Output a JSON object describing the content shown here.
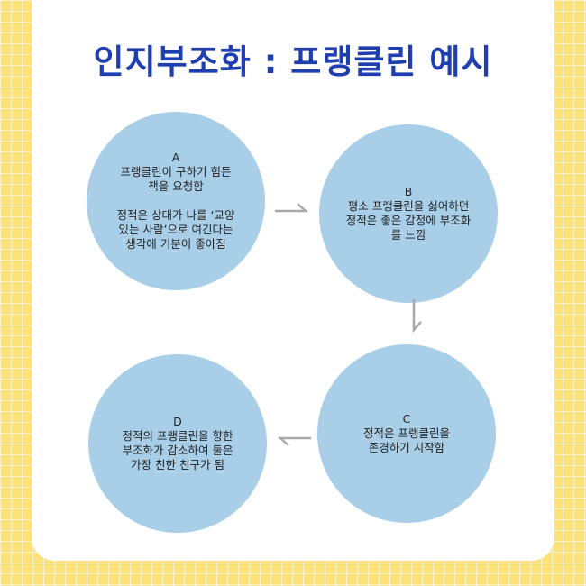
{
  "title": "인지부조화 : 프랭클린 예시",
  "steps": [
    {
      "letter": "A",
      "lines": [
        "프랭클린이 구하기 힘든",
        "책을 요청함",
        "",
        "정적은 상대가 나를 ‘교양",
        "있는 사람’으로 여긴다는",
        "생각에 기분이 좋아짐"
      ]
    },
    {
      "letter": "B",
      "lines": [
        "평소 프랭클린을 싫어하던",
        "정적은 좋은 감정에 부조화",
        "를 느낌"
      ]
    },
    {
      "letter": "C",
      "lines": [
        "정적은 프랭클린을",
        "존경하기 시작함"
      ]
    },
    {
      "letter": "D",
      "lines": [
        "정적의 프랭클린을 향한",
        "부조화가 감소하여 둘은",
        "가장 친한 친구가 됨"
      ]
    }
  ],
  "colors": {
    "title": "#1f3fb0",
    "circle": "#a9cfe8",
    "arrow": "#a9a9a9",
    "background": "#fbe37a"
  },
  "arrows": [
    "right-arrow",
    "down-arrow",
    "left-arrow"
  ]
}
